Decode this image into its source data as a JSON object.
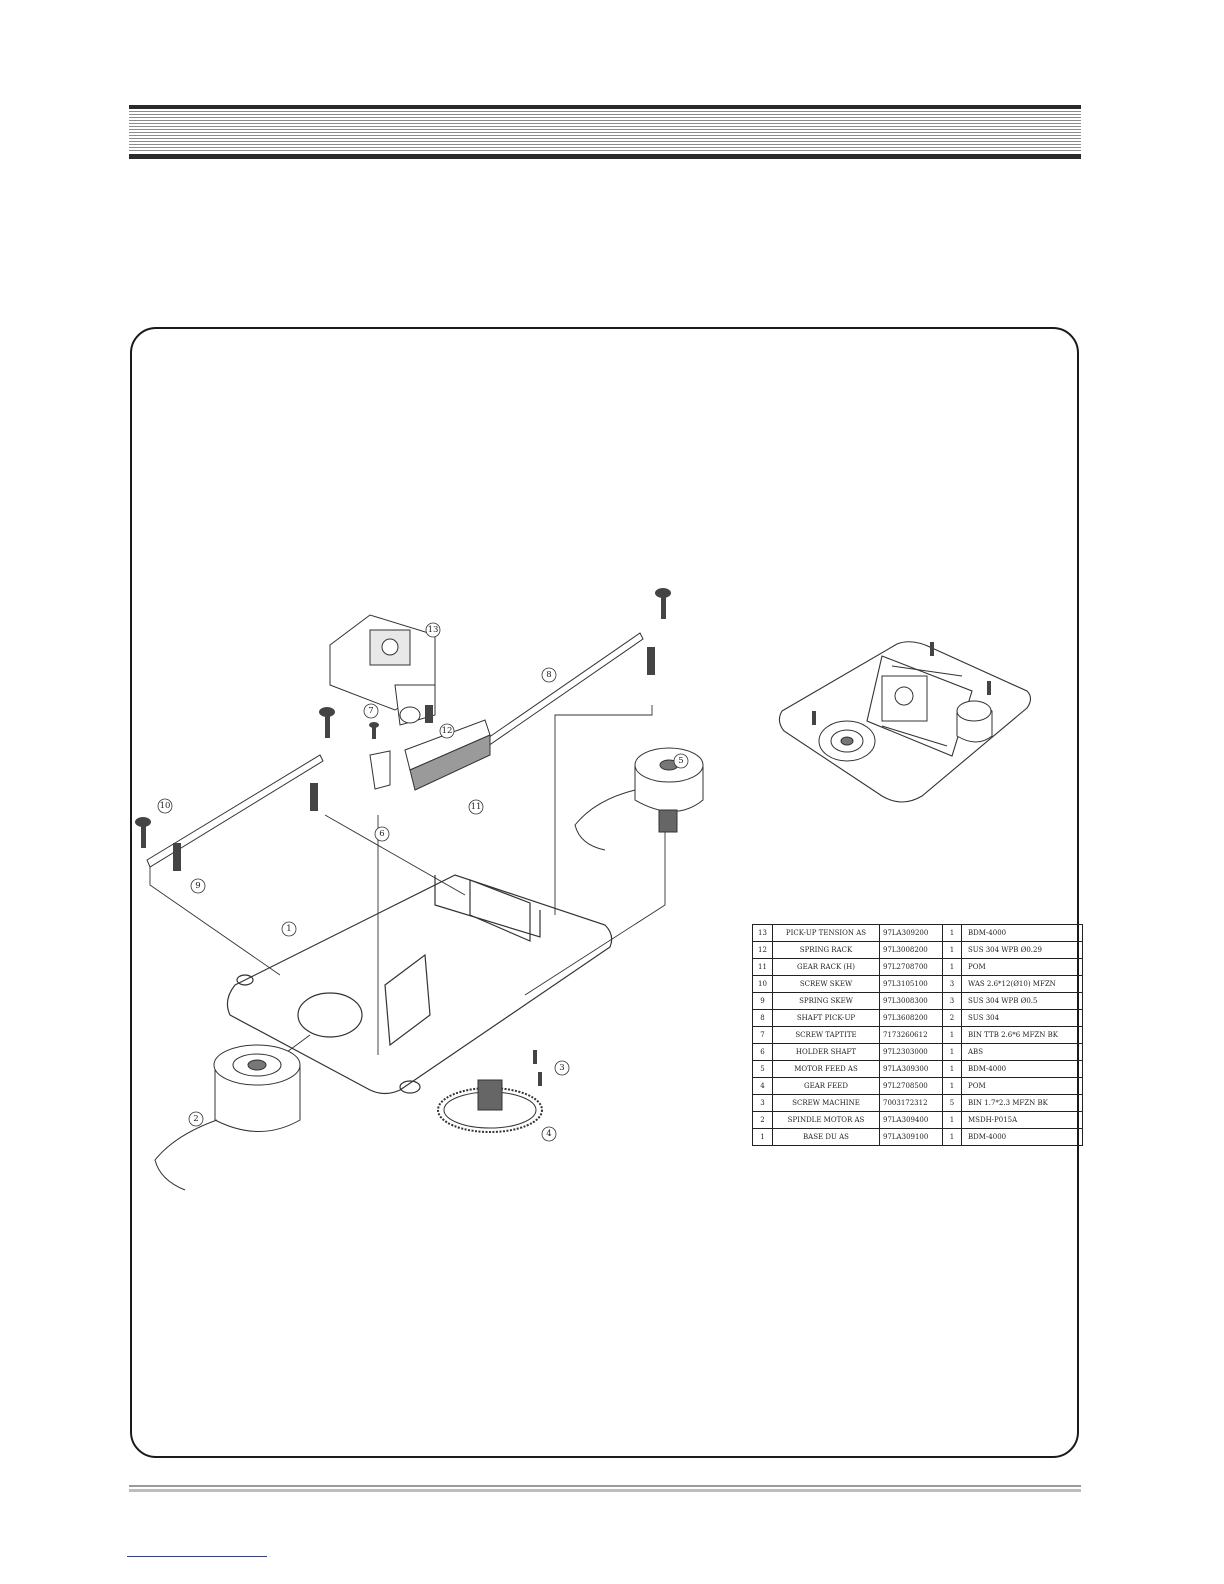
{
  "callouts": [
    "1",
    "2",
    "3",
    "4",
    "5",
    "6",
    "7",
    "8",
    "9",
    "10",
    "11",
    "12",
    "13"
  ],
  "parts_table": {
    "rows": [
      {
        "no": "13",
        "name": "PICK-UP TENSION AS",
        "code": "97LA309200",
        "qty": "1",
        "material": "BDM-4000"
      },
      {
        "no": "12",
        "name": "SPRING RACK",
        "code": "97L3008200",
        "qty": "1",
        "material": "SUS 304 WPB Ø0.29"
      },
      {
        "no": "11",
        "name": "GEAR RACK (H)",
        "code": "97L2708700",
        "qty": "1",
        "material": "POM"
      },
      {
        "no": "10",
        "name": "SCREW SKEW",
        "code": "97L3105100",
        "qty": "3",
        "material": "WAS 2.6*12(Ø10) MFZN"
      },
      {
        "no": "9",
        "name": "SPRING SKEW",
        "code": "97L3008300",
        "qty": "3",
        "material": "SUS 304 WPB Ø0.5"
      },
      {
        "no": "8",
        "name": "SHAFT PICK-UP",
        "code": "97L3608200",
        "qty": "2",
        "material": "SUS 304"
      },
      {
        "no": "7",
        "name": "SCREW TAPTITE",
        "code": "7173260612",
        "qty": "1",
        "material": "BIN TTB 2.6*6 MFZN BK"
      },
      {
        "no": "6",
        "name": "HOLDER SHAFT",
        "code": "97L2303000",
        "qty": "1",
        "material": "ABS"
      },
      {
        "no": "5",
        "name": "MOTOR FEED AS",
        "code": "97LA309300",
        "qty": "1",
        "material": "BDM-4000"
      },
      {
        "no": "4",
        "name": "GEAR FEED",
        "code": "97L2708500",
        "qty": "1",
        "material": "POM"
      },
      {
        "no": "3",
        "name": "SCREW MACHINE",
        "code": "7003172312",
        "qty": "5",
        "material": "BIN 1.7*2.3 MFZN BK"
      },
      {
        "no": "2",
        "name": "SPINDLE MOTOR AS",
        "code": "97LA309400",
        "qty": "1",
        "material": "MSDH-P015A"
      },
      {
        "no": "1",
        "name": "BASE DU AS",
        "code": "97LA309100",
        "qty": "1",
        "material": "BDM-4000"
      }
    ]
  }
}
